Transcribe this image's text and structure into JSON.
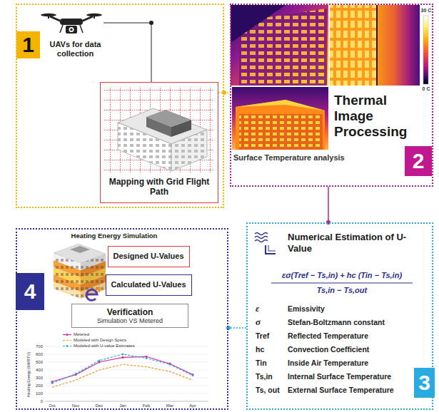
{
  "diagram": {
    "nodes": [
      {
        "text": [
          "UAVs for data collection"
        ]
      },
      {
        "text": [
          "1"
        ],
        "in": 0
      },
      {
        "text": [
          "Mapping with Grid Flight Path"
        ],
        "in": 0
      },
      {
        "text": [
          "Thermal Image Processing",
          "Surface Temperature analysis"
        ]
      },
      {
        "text": [
          "2"
        ],
        "in": 3
      },
      {
        "text": [
          "Numerical Estimation of U-Value",
          "εσ(Tref − Ts,in) + hc (Tin − Ts,in)",
          "Ts,in − Ts,out"
        ]
      },
      {
        "text": [
          "3"
        ],
        "in": 5
      },
      {
        "text": [
          "Heating Energy Simulation"
        ]
      },
      {
        "text": [
          "4"
        ],
        "in": 7
      },
      {
        "text": [
          "Designed U-Values"
        ],
        "in": 7
      },
      {
        "text": [
          "Calculated U-Values"
        ],
        "in": 7
      },
      {
        "text": [
          "Verification",
          "Simulation VS Metered"
        ],
        "in": 7
      }
    ],
    "edges": [
      {
        "from": 2,
        "to": 3,
        "arrow": "none"
      },
      {
        "from": 3,
        "to": 5,
        "arrow": "none"
      },
      {
        "from": 5,
        "to": 7,
        "arrow": "none"
      }
    ],
    "labels": [
      "30 C",
      "0 C",
      "ε",
      "Emissivity",
      "σ",
      "Stefan-Boltzmann constant",
      "Tref",
      "Reflected Temperature",
      "hc",
      "Convection Coefficient",
      "Tin",
      "Inside Air Temperature",
      "Ts,in",
      "Internal Surface Temperature",
      "Ts, out",
      "External Surface Temperature",
      "Heating Energy (MMBTU)",
      "700",
      "600",
      "500",
      "400",
      "300",
      "200",
      "100",
      "0",
      "Oct",
      "Nov",
      "Dec",
      "Jan",
      "Feb",
      "Mar",
      "Apr"
    ],
    "legend": [
      {
        "text": "Metered"
      },
      {
        "text": "Modeled with Design Specs"
      },
      {
        "text": "Modeled with U-value Estimates"
      }
    ]
  }
}
